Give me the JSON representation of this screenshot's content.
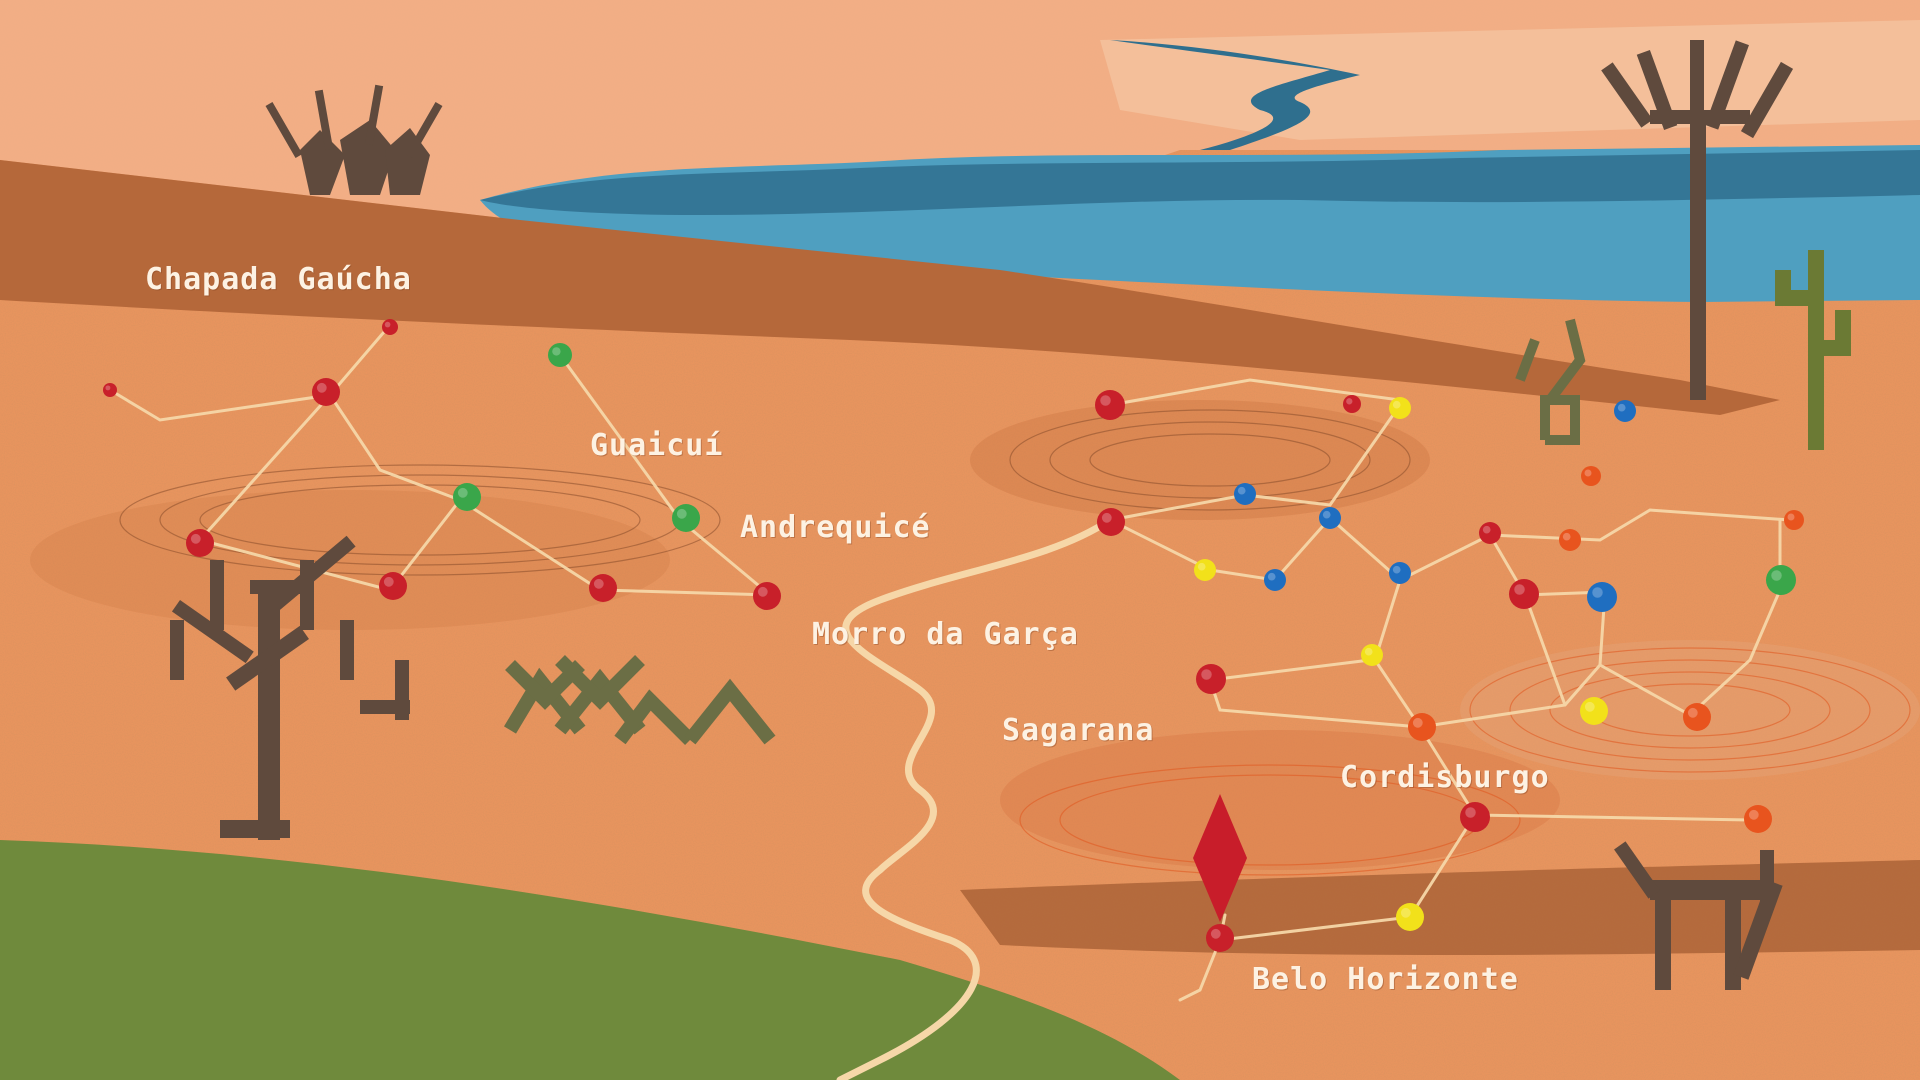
{
  "map": {
    "colors": {
      "ground": "#e8945e",
      "sky": "#f3b38c",
      "lake": "#4f9fc0",
      "lake_dark": "#2f6f8e",
      "ridge": "#b5683a",
      "grass": "#6f8a3c",
      "route": "#f6d7a8",
      "trees": "#5f4a3d",
      "shrubs": "#6b6e45",
      "cactus": "#6b7a34"
    },
    "labels": {
      "chapada_gaucha": "Chapada Gaúcha",
      "guaicui": "Guaicuí",
      "andrequice": "Andrequicé",
      "morro_da_garca": "Morro da Garça",
      "sagarana": "Sagarana",
      "cordisburgo": "Cordisburgo",
      "belo_horizonte": "Belo Horizonte"
    },
    "node_colors": {
      "red": "#c8202a",
      "green": "#3aa64a",
      "blue": "#1f6ec0",
      "yellow": "#f2e11a",
      "orange": "#e8541e"
    },
    "nodes": [
      {
        "id": "n1",
        "color": "red"
      },
      {
        "id": "n2",
        "color": "red"
      },
      {
        "id": "n3",
        "color": "green"
      },
      {
        "id": "n4",
        "color": "red"
      },
      {
        "id": "n5",
        "color": "red"
      },
      {
        "id": "n6",
        "color": "green"
      },
      {
        "id": "n7",
        "color": "green"
      },
      {
        "id": "n8",
        "color": "red"
      },
      {
        "id": "n9",
        "color": "red"
      },
      {
        "id": "n10",
        "color": "red"
      },
      {
        "id": "n11",
        "color": "red"
      },
      {
        "id": "n12",
        "color": "red"
      },
      {
        "id": "n13",
        "color": "red"
      },
      {
        "id": "n14",
        "color": "yellow"
      },
      {
        "id": "n15",
        "color": "blue"
      },
      {
        "id": "n16",
        "color": "orange"
      },
      {
        "id": "n17",
        "color": "blue"
      },
      {
        "id": "n18",
        "color": "blue"
      },
      {
        "id": "n19",
        "color": "red"
      },
      {
        "id": "n20",
        "color": "orange"
      },
      {
        "id": "n21",
        "color": "orange"
      },
      {
        "id": "n22",
        "color": "yellow"
      },
      {
        "id": "n23",
        "color": "blue"
      },
      {
        "id": "n24",
        "color": "blue"
      },
      {
        "id": "n25",
        "color": "red"
      },
      {
        "id": "n26",
        "color": "blue"
      },
      {
        "id": "n27",
        "color": "green"
      },
      {
        "id": "n28",
        "color": "red"
      },
      {
        "id": "n29",
        "color": "yellow"
      },
      {
        "id": "n30",
        "color": "orange"
      },
      {
        "id": "n31",
        "color": "yellow"
      },
      {
        "id": "n32",
        "color": "orange"
      },
      {
        "id": "n33",
        "color": "red"
      },
      {
        "id": "n34",
        "color": "orange"
      },
      {
        "id": "n35",
        "color": "yellow"
      },
      {
        "id": "n36",
        "color": "red"
      }
    ],
    "current_location_marker": {
      "color": "#c81d2a",
      "at_node": "n36"
    }
  }
}
